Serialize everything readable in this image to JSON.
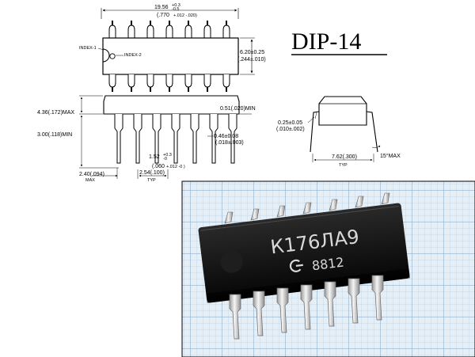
{
  "title": "DIP-14",
  "drawing": {
    "top_view": {
      "length_label": "19.56",
      "length_tol_plus": "+0.3",
      "length_tol_minus": "-0.5",
      "length_inch_label": "(.770",
      "length_inch_tol": "+.012 -.020)",
      "width_label": "6.20±0.25",
      "width_inch_label": "(.244±.010)",
      "index1_label": "INDEX-1",
      "index2_label": "INDEX-2"
    },
    "side_view": {
      "height_label": "4.36(.172)MAX",
      "seat_label": "3.00(.118)MIN",
      "offset_label": "0.51(.020)MIN",
      "pin_width_label": "0.46±0.08",
      "pin_width_inch_label": "(.018±.003)",
      "shoulder_label": "1.52",
      "shoulder_tol_plus": "+0.3",
      "shoulder_tol_minus": "-0",
      "shoulder_inch_label": "(.060",
      "shoulder_inch_tol": "+.012 -0 )",
      "end_label": "2.40(.094)",
      "end_note": "MAX",
      "pitch_label": "2.54(.100)",
      "pitch_note": "TYP"
    },
    "end_view": {
      "thickness_label": "0.25±0.05",
      "thickness_inch_label": "(.010±.002)",
      "row_spacing_label": "7.62(.300)",
      "row_spacing_note": "TYP",
      "angle_label": "15°MAX"
    }
  },
  "photo": {
    "marking_line1": "К176ЛА9",
    "marking_line2": "8812"
  }
}
